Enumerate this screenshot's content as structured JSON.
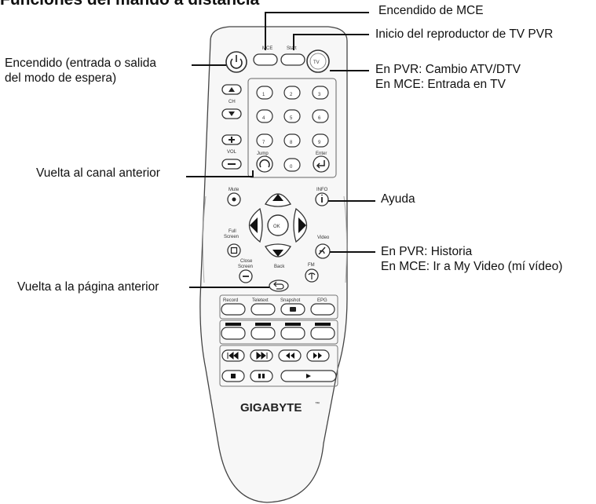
{
  "title": "Funciones del mando a distancia",
  "callouts": {
    "mce_power": "Encendido de MCE",
    "pvr_start": "Inicio del reproductor de TV PVR",
    "power_line1": "Encendido (entrada o salida",
    "power_line2": "del modo de espera)",
    "tv_line1": "En PVR: Cambio ATV/DTV",
    "tv_line2": "En MCE: Entrada en TV",
    "jump": "Vuelta al canal anterior",
    "info": "Ayuda",
    "video_line1": "En PVR: Historia",
    "video_line2": "En MCE: Ir a My Video (mí vídeo)",
    "back": "Vuelta a la página anterior"
  },
  "remote": {
    "brand": "GIGABYTE",
    "trademark": "™",
    "labels": {
      "mce": "MCE",
      "start": "Start",
      "tv": "TV",
      "ch": "CH",
      "vol": "VOL",
      "jump": "Jump",
      "enter": "Enter",
      "mute": "Mute",
      "info": "INFO",
      "ok": "OK",
      "full": "Full",
      "screen": "Screen",
      "video": "Video",
      "close": "Close",
      "back": "Back",
      "fm": "FM",
      "record": "Record",
      "teletext": "Teletext",
      "snapshot": "Snapshot",
      "epg": "EPG"
    },
    "digits": [
      "1",
      "2",
      "3",
      "4",
      "5",
      "6",
      "7",
      "8",
      "9",
      "0"
    ]
  }
}
